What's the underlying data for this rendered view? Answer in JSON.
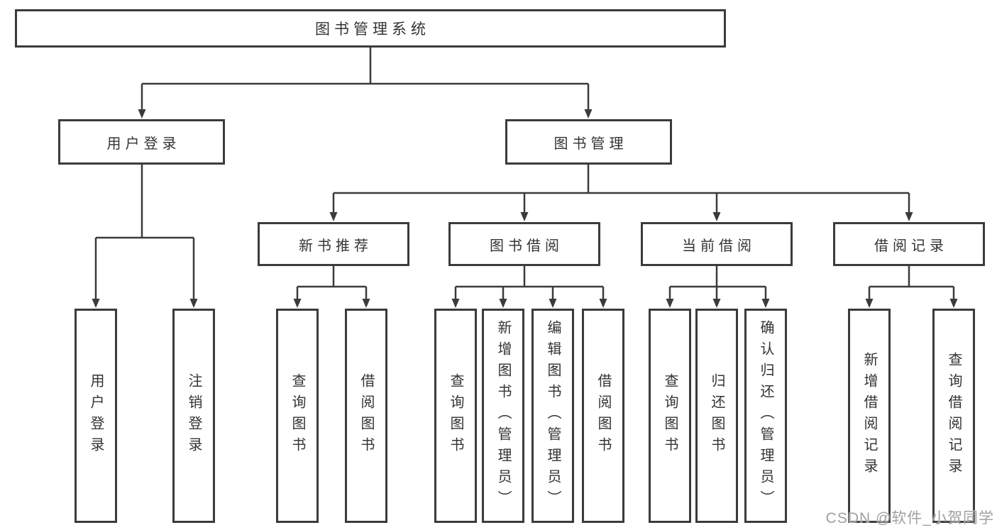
{
  "diagram": {
    "root": {
      "label": "图书管理系统"
    },
    "level2": [
      {
        "label": "用户登录"
      },
      {
        "label": "图书管理"
      }
    ],
    "level3": [
      {
        "label": "新书推荐",
        "parent": "图书管理"
      },
      {
        "label": "图书借阅",
        "parent": "图书管理"
      },
      {
        "label": "当前借阅",
        "parent": "图书管理"
      },
      {
        "label": "借阅记录",
        "parent": "图书管理"
      }
    ],
    "leaves": [
      {
        "label": "用户登录",
        "parent": "用户登录"
      },
      {
        "label": "注销登录",
        "parent": "用户登录"
      },
      {
        "label": "查询图书",
        "parent": "新书推荐"
      },
      {
        "label": "借阅图书",
        "parent": "新书推荐"
      },
      {
        "label": "查询图书",
        "parent": "图书借阅"
      },
      {
        "label": "新增图书（管理员）",
        "parent": "图书借阅"
      },
      {
        "label": "编辑图书（管理员）",
        "parent": "图书借阅"
      },
      {
        "label": "借阅图书",
        "parent": "图书借阅"
      },
      {
        "label": "查询图书",
        "parent": "当前借阅"
      },
      {
        "label": "归还图书",
        "parent": "当前借阅"
      },
      {
        "label": "确认归还（管理员）",
        "parent": "当前借阅"
      },
      {
        "label": "新增借阅记录",
        "parent": "借阅记录"
      },
      {
        "label": "查询借阅记录",
        "parent": "借阅记录"
      }
    ],
    "watermark": "CSDN @软件_小贺同学",
    "colors": {
      "line": "#3b3b3b",
      "text": "#333333",
      "watermark": "#a0a0a0",
      "background": "#ffffff"
    }
  }
}
